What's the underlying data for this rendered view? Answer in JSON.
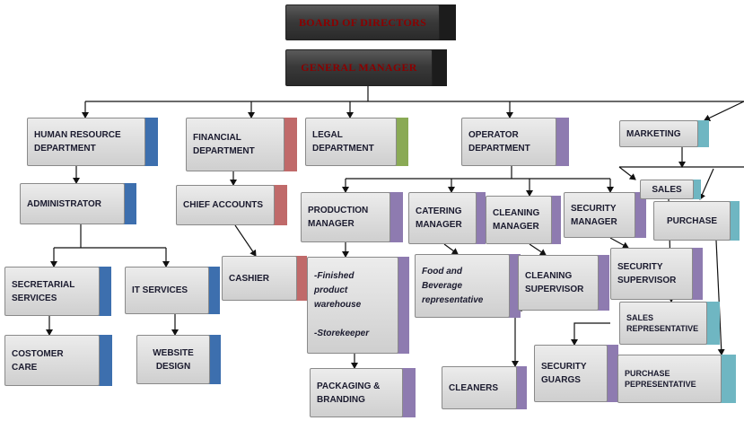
{
  "colors": {
    "line": "#111111",
    "blue": "#3d6fae",
    "red": "#c06a6a",
    "green": "#8aaa55",
    "purple": "#8e7bb0",
    "teal": "#6fb6c2",
    "dark": "#2a2a2a"
  },
  "nodes": {
    "board": "BOARD OF DIRECTORS",
    "gm": "GENERAL MANAGER",
    "hr": "HUMAN RESOURCE\nDEPARTMENT",
    "fin": "FINANCIAL\nDEPARTMENT",
    "legal": "LEGAL\nDEPARTMENT",
    "op": "OPERATOR\nDEPARTMENT",
    "mkt": "MARKETING",
    "admin": "ADMINISTRATOR",
    "chief": "CHIEF ACCOUNTS",
    "cashier": "CASHIER",
    "sec_serv": "SECRETARIAL\nSERVICES",
    "it": "IT SERVICES",
    "cust": "COSTOMER\nCARE",
    "web": "WEBSITE\nDESIGN",
    "prod_mgr": "PRODUCTION\nMANAGER",
    "cat_mgr": "CATERING\nMANAGER",
    "clean_mgr": "CLEANING\nMANAGER",
    "secu_mgr": "SECURITY\nMANAGER",
    "sales": "SALES",
    "purchase": "PURCHASE",
    "warehouse": "-Finished\nproduct\nwarehouse\n\n-Storekeeper",
    "food": "Food and\nBeverage\nrepresentative",
    "clean_sup": "CLEANING\nSUPERVISOR",
    "secu_sup": "SECURITY\nSUPERVISOR",
    "sales_rep": "SALES\nREPRESENTATIVE",
    "purch_rep": "PURCHASE\nPEPRESENTATIVE",
    "packaging": "PACKAGING &\nBRANDING",
    "cleaners": "CLEANERS",
    "secu_guards": "SECURITY\nGUARGS"
  }
}
